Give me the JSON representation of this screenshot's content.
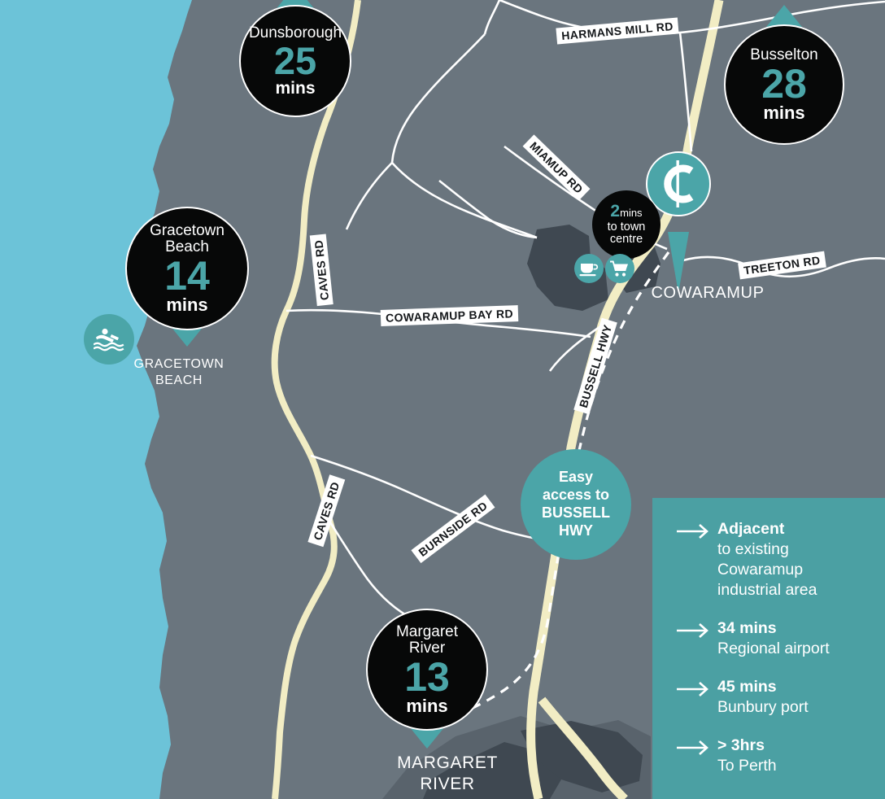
{
  "colors": {
    "ocean": "#6CC3D8",
    "land": "#6A757E",
    "land_dark": "#3F4851",
    "land_mid": "#59636C",
    "teal": "#4BA5A8",
    "panel_teal": "#4BA0A3",
    "highway": "#F2EDC4",
    "road": "#FFFFFF",
    "pin_bg": "#070808"
  },
  "brand": {
    "logo_letter": "C"
  },
  "markers": [
    {
      "id": "dunsborough",
      "place": "Dunsborough",
      "value": "25",
      "unit": "mins"
    },
    {
      "id": "busselton",
      "place": "Busselton",
      "value": "28",
      "unit": "mins"
    },
    {
      "id": "gracetown",
      "place_line1": "Gracetown",
      "place_line2": "Beach",
      "value": "14",
      "unit": "mins"
    },
    {
      "id": "margaret-river",
      "place_line1": "Margaret",
      "place_line2": "River",
      "value": "13",
      "unit": "mins"
    }
  ],
  "town_badge": {
    "value": "2",
    "unit": "mins",
    "line2": "to town",
    "line3": "centre"
  },
  "easy_access": {
    "line1": "Easy",
    "line2": "access to",
    "line3": "BUSSELL",
    "line4": "HWY"
  },
  "town_captions": [
    {
      "id": "cowaramup",
      "text": "COWARAMUP"
    },
    {
      "id": "gracetown-beach",
      "line1": "GRACETOWN",
      "line2": "BEACH"
    },
    {
      "id": "margaret-river",
      "line1": "MARGARET",
      "line2": "RIVER"
    }
  ],
  "roads": [
    {
      "id": "harmans-mill-rd",
      "label": "HARMANS MILL RD"
    },
    {
      "id": "miamup-rd",
      "label": "MIAMUP RD"
    },
    {
      "id": "treeton-rd",
      "label": "TREETON RD"
    },
    {
      "id": "caves-rd-north",
      "label": "CAVES RD"
    },
    {
      "id": "caves-rd-south",
      "label": "CAVES RD"
    },
    {
      "id": "cowaramup-bay-rd",
      "label": "COWARAMUP BAY RD"
    },
    {
      "id": "bussell-hwy",
      "label": "BUSSELL HWY"
    },
    {
      "id": "burnside-rd",
      "label": "BURNSIDE RD"
    }
  ],
  "amenity_icons": [
    {
      "id": "cafe",
      "icon": "coffee-cup-icon"
    },
    {
      "id": "shopping",
      "icon": "shopping-cart-icon"
    },
    {
      "id": "beach",
      "icon": "swimmer-icon"
    }
  ],
  "info_panel": {
    "items": [
      {
        "id": "adjacent",
        "headline": "Adjacent",
        "detail": "to existing\nCowaramup\nindustrial area"
      },
      {
        "id": "airport",
        "headline": "34 mins",
        "detail": "Regional airport"
      },
      {
        "id": "port",
        "headline": "45 mins",
        "detail": "Bunbury port"
      },
      {
        "id": "perth",
        "headline": "> 3hrs",
        "detail": "To Perth"
      }
    ]
  }
}
